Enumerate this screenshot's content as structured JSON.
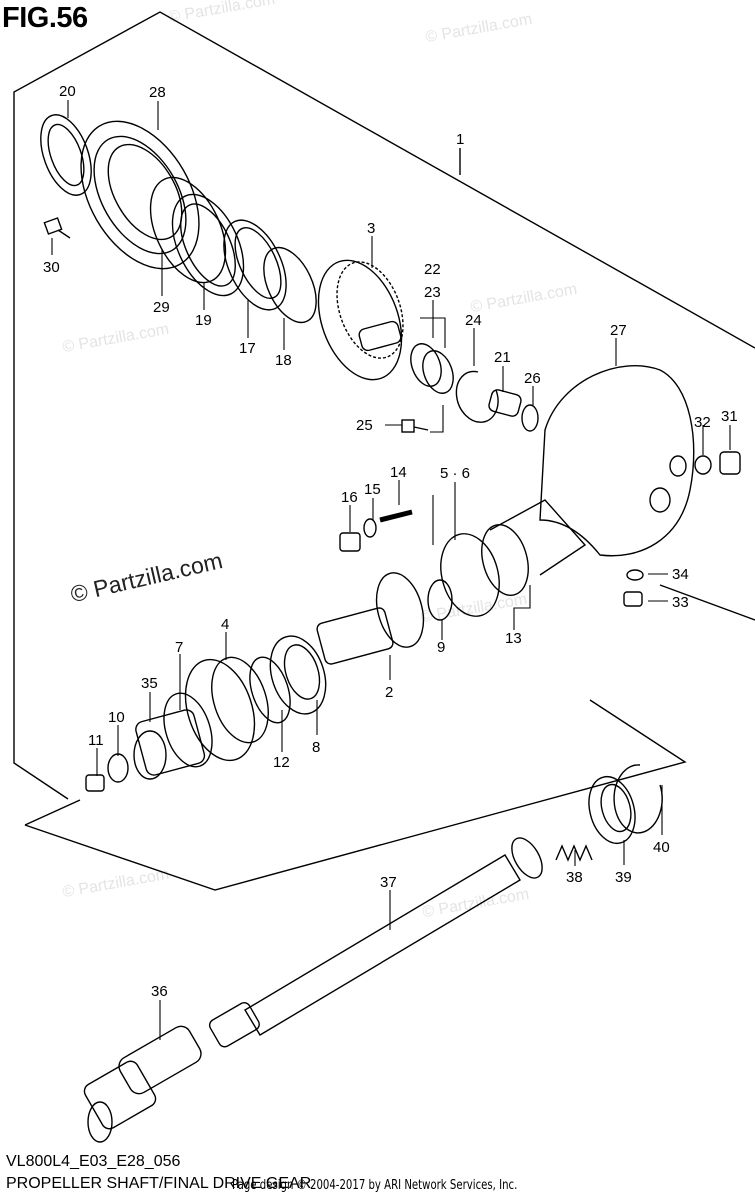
{
  "figure": "FIG.56",
  "diagram_code": "VL800L4_E03_E28_056",
  "diagram_title": "PROPELLER SHAFT/FINAL DRIVE GEAR",
  "copyright": "Page design © 2004-2017 by ARI Network Services, Inc.",
  "watermark": {
    "main": "© Partzilla.com",
    "faint": "© Partzilla.com"
  },
  "callouts": [
    "1",
    "2",
    "3",
    "4",
    "5 · 6",
    "7",
    "8",
    "9",
    "10",
    "11",
    "12",
    "13",
    "14",
    "15",
    "16",
    "17",
    "18",
    "19",
    "20",
    "21",
    "22",
    "23",
    "24",
    "25",
    "26",
    "27",
    "28",
    "29",
    "30",
    "31",
    "32",
    "33",
    "34",
    "35",
    "36",
    "37",
    "38",
    "39",
    "40"
  ]
}
